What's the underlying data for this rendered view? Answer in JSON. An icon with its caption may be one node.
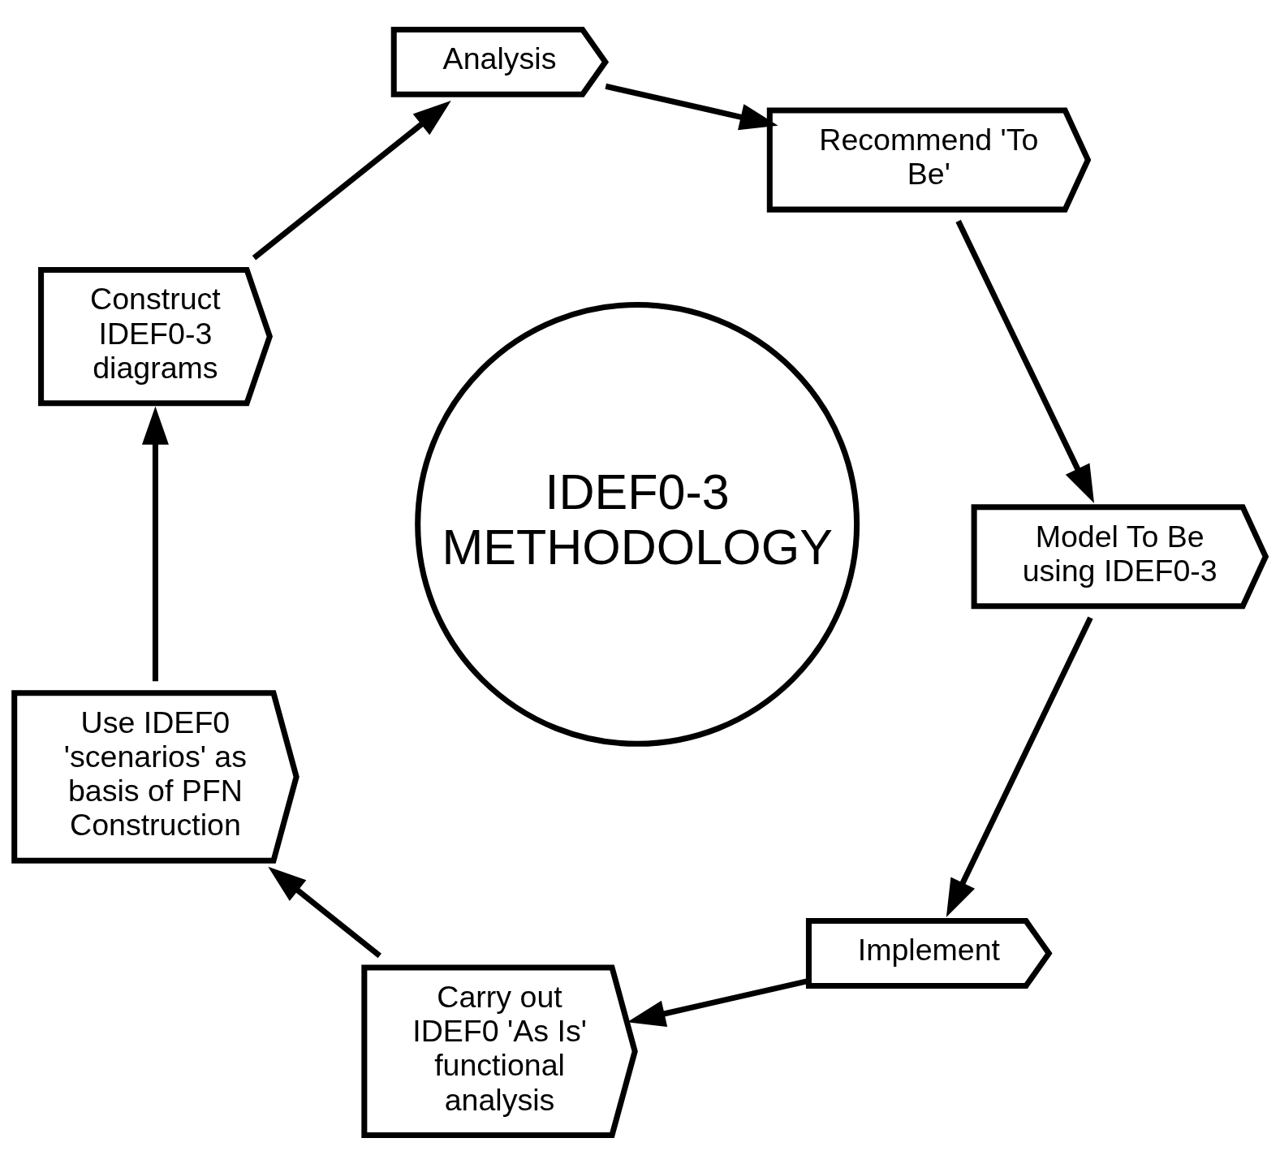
{
  "diagram": {
    "nodes": [
      {
        "text": [
          "IDEF0-3 METHODOLOGY"
        ]
      },
      {
        "text": [
          "Implement"
        ]
      },
      {
        "text": [
          "Carry out IDEF0 'As Is' functional analysis"
        ]
      },
      {
        "text": [
          "Use IDEF0 'scenarios' as basis of PFN Construction"
        ]
      },
      {
        "text": [
          "Construct IDEF0-3 diagrams"
        ]
      },
      {
        "text": [
          "Analysis"
        ]
      },
      {
        "text": [
          "Recommend 'To Be'"
        ]
      },
      {
        "text": [
          "Model To Be using IDEF0-3"
        ]
      }
    ],
    "edges": [
      {
        "from": 1,
        "to": 2,
        "arrow": "to"
      },
      {
        "from": 2,
        "to": 3,
        "arrow": "to"
      },
      {
        "from": 3,
        "to": 4,
        "arrow": "to"
      },
      {
        "from": 4,
        "to": 5,
        "arrow": "to"
      },
      {
        "from": 5,
        "to": 6,
        "arrow": "to"
      },
      {
        "from": 6,
        "to": 7,
        "arrow": "to"
      },
      {
        "from": 7,
        "to": 1,
        "arrow": "to"
      }
    ]
  }
}
